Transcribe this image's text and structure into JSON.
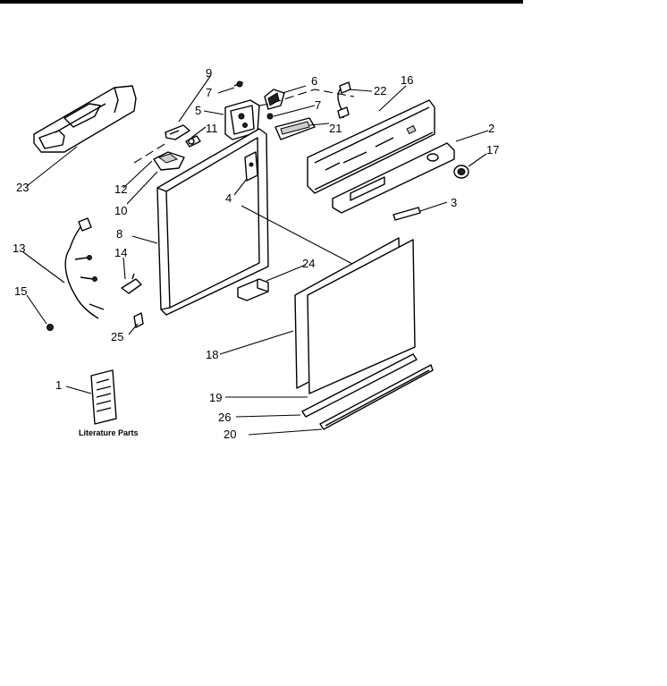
{
  "labels": {
    "p1": "1",
    "p2": "2",
    "p3": "3",
    "p4": "4",
    "p5": "5",
    "p6": "6",
    "p7a": "7",
    "p7b": "7",
    "p8": "8",
    "p9": "9",
    "p10": "10",
    "p11": "11",
    "p12": "12",
    "p13": "13",
    "p14": "14",
    "p15": "15",
    "p16": "16",
    "p17": "17",
    "p18": "18",
    "p19": "19",
    "p20": "20",
    "p21": "21",
    "p22": "22",
    "p23": "23",
    "p24": "24",
    "p25": "25",
    "p26": "26"
  },
  "literature_caption": "Literature Parts",
  "colors": {
    "line": "#000000",
    "background": "#ffffff",
    "top_rule": "#000000"
  }
}
